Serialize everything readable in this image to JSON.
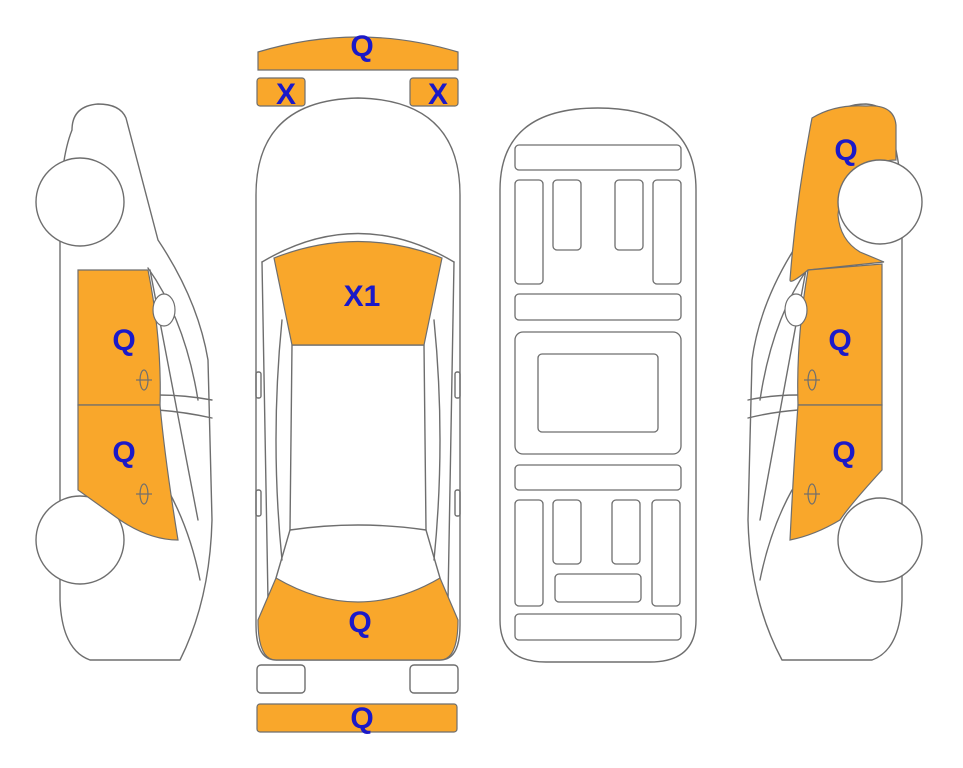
{
  "colors": {
    "damage_fill": "#f9a72b",
    "outline": "#6e6e6e",
    "code_text": "#1b19c8"
  },
  "codes": {
    "front_bumper": "Q",
    "left_mirror": "X",
    "right_mirror": "X",
    "windshield": "X1",
    "rear_window": "Q",
    "rear_bumper": "Q",
    "left_front_door": "Q",
    "left_rear_door": "Q",
    "right_front_fender": "Q",
    "right_front_door": "Q",
    "right_rear_door": "Q"
  }
}
